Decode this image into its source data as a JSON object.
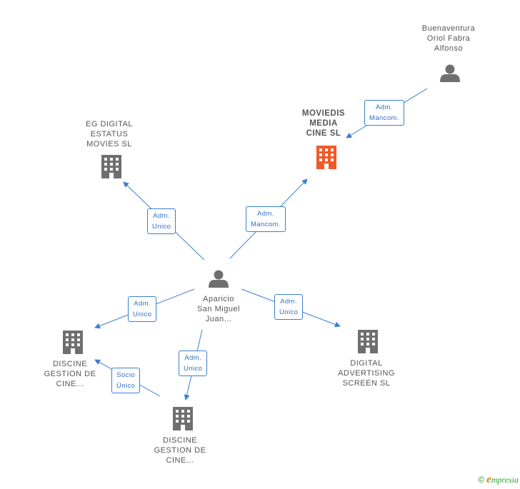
{
  "colors": {
    "edge": "#3a7fd0",
    "node_gray": "#6f6f6f",
    "node_highlight": "#f05a28",
    "label_text": "#555555"
  },
  "nodes": {
    "buenaventura": {
      "label": "Buenaventura\nOriol Fabra\nAlfonso",
      "type": "person"
    },
    "moviedis": {
      "label": "MOVIEDIS\nMEDIA\nCINE SL",
      "type": "company",
      "highlight": true
    },
    "eg_digital": {
      "label": "EG DIGITAL\nESTATUS\nMOVIES SL",
      "type": "company"
    },
    "aparicio": {
      "label": "Aparicio\nSan Miguel\nJuan...",
      "type": "person"
    },
    "discine_1": {
      "label": "DISCINE\nGESTION DE\nCINE...",
      "type": "company"
    },
    "discine_2": {
      "label": "DISCINE\nGESTION DE\nCINE...",
      "type": "company"
    },
    "digital_adv": {
      "label": "DIGITAL\nADVERTISING\nSCREEN SL",
      "type": "company"
    }
  },
  "edges": {
    "e1": {
      "label": "Adm.\nMancom.",
      "from": "buenaventura",
      "to": "moviedis"
    },
    "e2": {
      "label": "Adm.\nMancom.",
      "from": "aparicio",
      "to": "moviedis"
    },
    "e3": {
      "label": "Adm.\nUnico",
      "from": "aparicio",
      "to": "eg_digital"
    },
    "e4": {
      "label": "Adm.\nUnico",
      "from": "aparicio",
      "to": "discine_1"
    },
    "e5": {
      "label": "Adm.\nUnico",
      "from": "aparicio",
      "to": "discine_2"
    },
    "e6": {
      "label": "Adm.\nUnico",
      "from": "aparicio",
      "to": "digital_adv"
    },
    "e7": {
      "label": "Socio\nÚnico",
      "from": "discine_2",
      "to": "discine_1"
    }
  },
  "footer": {
    "copyright": "©",
    "brand_e": "e",
    "brand_rest": "mpresia"
  }
}
